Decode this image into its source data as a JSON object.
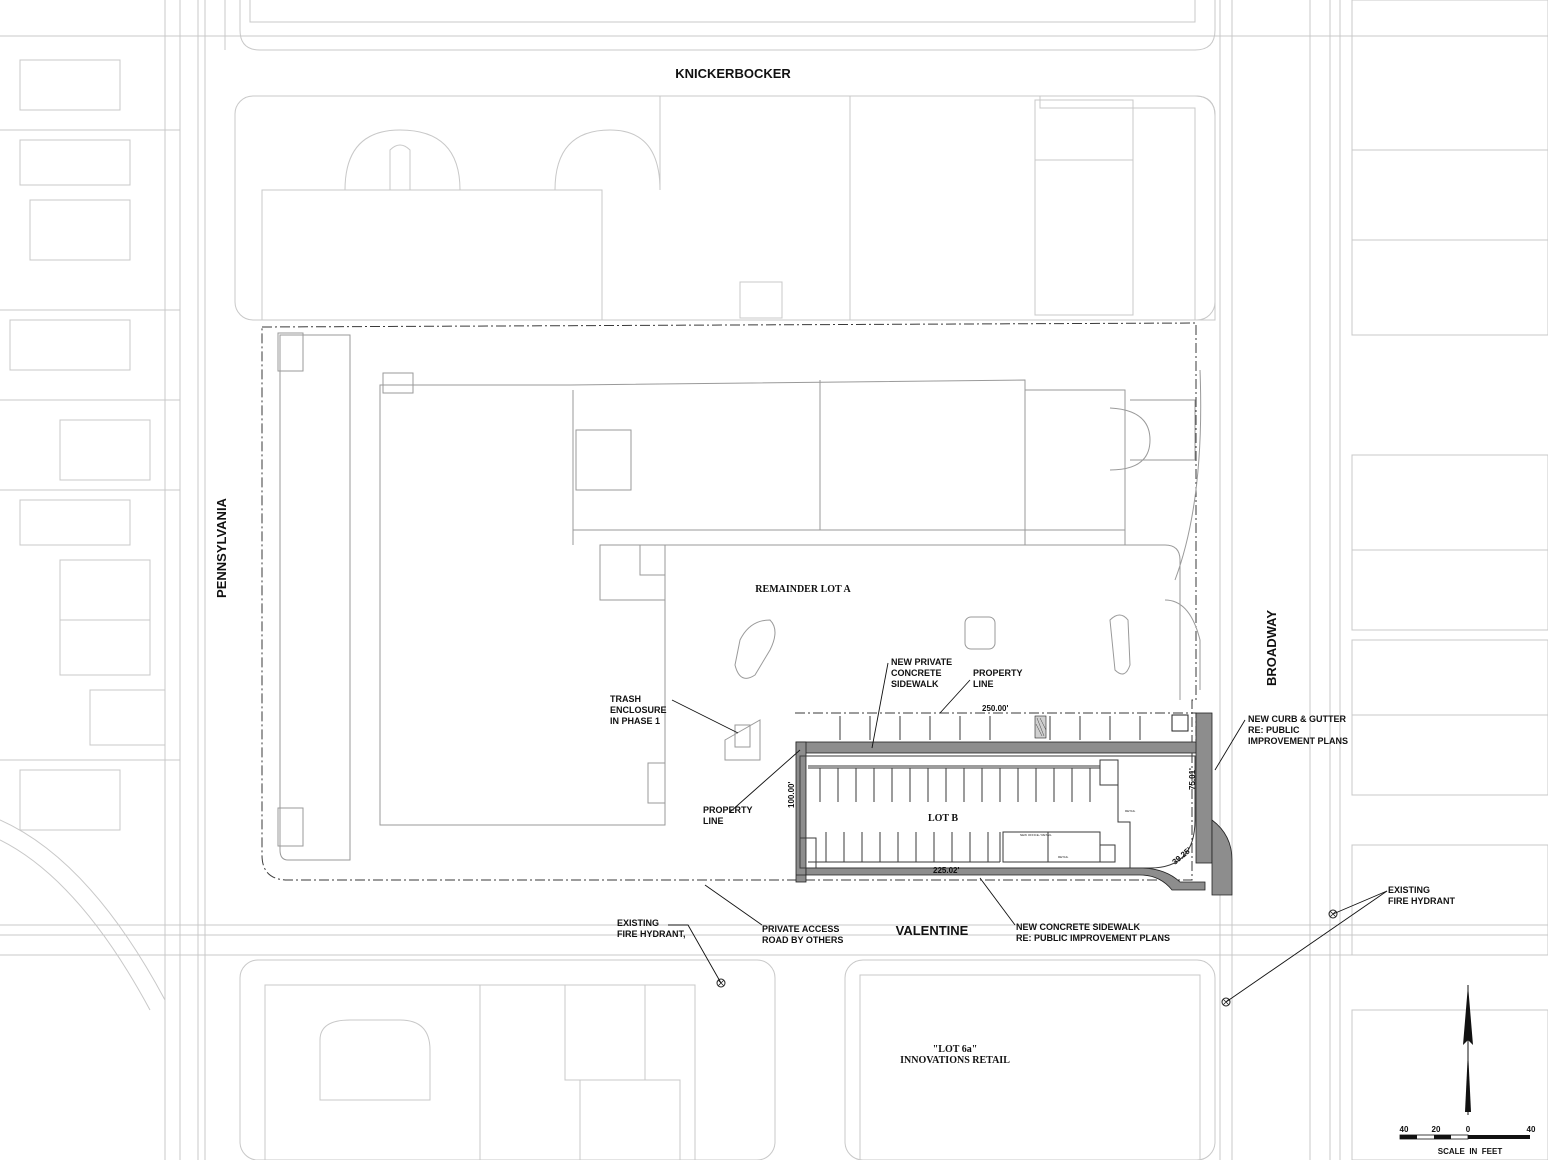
{
  "streets": {
    "north": "KNICKERBOCKER",
    "west": "PENNSYLVANIA",
    "east": "BROADWAY",
    "south": "VALENTINE"
  },
  "lots": {
    "remainder": "REMAINDER LOT A",
    "lot_b": "LOT B",
    "lot_6a_line1": "\"LOT 6a\"",
    "lot_6a_line2": "INNOVATIONS RETAIL"
  },
  "callouts": {
    "new_private_sidewalk": [
      "NEW PRIVATE",
      "CONCRETE",
      "SIDEWALK"
    ],
    "property_line_top": [
      "PROPERTY",
      "LINE"
    ],
    "trash_enclosure": [
      "TRASH",
      "ENCLOSURE",
      "IN PHASE 1"
    ],
    "property_line_left": [
      "PROPERTY",
      "LINE"
    ],
    "new_curb_gutter": [
      "NEW CURB & GUTTER",
      "RE: PUBLIC",
      "IMPROVEMENT PLANS"
    ],
    "existing_hydrant_left": [
      "EXISTING",
      "FIRE HYDRANT,"
    ],
    "private_access_road": [
      "PRIVATE ACCESS",
      "ROAD BY OTHERS"
    ],
    "new_concrete_sidewalk": [
      "NEW CONCRETE SIDEWALK",
      "RE: PUBLIC IMPROVEMENT PLANS"
    ],
    "existing_hydrant_right": [
      "EXISTING",
      "FIRE HYDRANT"
    ]
  },
  "dimensions": {
    "north_edge": "250.00'",
    "west_edge": "100.00'",
    "south_edge": "225.02'",
    "east_edge": "75.01'",
    "corner_chamfer": "39.25'"
  },
  "scale_bar": {
    "ticks": [
      "40",
      "20",
      "0",
      "40"
    ],
    "caption": "SCALE  IN  FEET"
  },
  "colors": {
    "linework": "#111111",
    "existing_faint": "#c8c8c8",
    "sidewalk_fill": "#8d8d8d"
  }
}
